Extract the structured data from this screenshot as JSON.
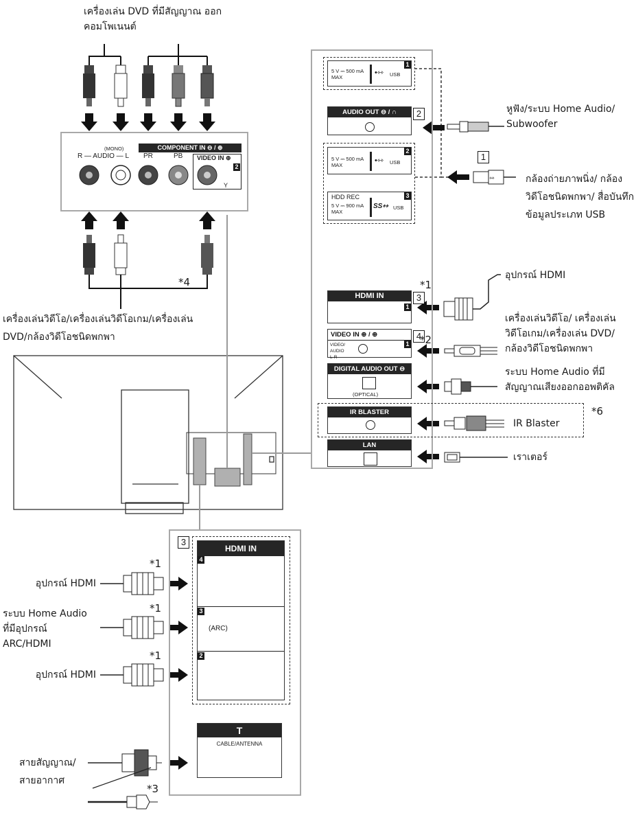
{
  "labels": {
    "dvd_component": "เครื่องเล่น DVD ที่มีสัญญาณ ออกคอมโพเนนต์",
    "headphones": "หูฟัง/ระบบ Home Audio/ Subwoofer",
    "usb_device": "กล้องถ่ายภาพนิ่ง/ กล้องวิดีโอชนิดพกพา/ สื่อบันทึกข้อมูลประเภท USB",
    "hdmi_device_top": "อุปกรณ์ HDMI",
    "video_devices_right": "เครื่องเล่นวิดีโอ/ เครื่องเล่นวิดีโอเกม/เครื่องเล่น DVD/กล้องวิดีโอชนิดพกพา",
    "optical_device": "ระบบ Home Audio ที่มีสัญญาณเสียงออกออพติคัล",
    "ir_blaster": "IR Blaster",
    "router": "เราเตอร์",
    "video_devices_left": "เครื่องเล่นวิดีโอ/เครื่องเล่นวิดีโอเกม/เครื่องเล่น DVD/กล้องวิดีโอชนิดพกพา",
    "hdmi_device_4": "อุปกรณ์ HDMI",
    "arc_audio": "ระบบ Home Audio ที่มีอุปกรณ์ ARC/HDMI",
    "hdmi_device_2": "อุปกรณ์ HDMI",
    "cable_antenna": "สายสัญญาณ/ สายอากาศ"
  },
  "notes": {
    "n1a": "*1",
    "n1b": "*1",
    "n1c": "*1",
    "n1d": "*1",
    "n2": "*2",
    "n3": "*3",
    "n4": "*4",
    "n6": "*6"
  },
  "ports": {
    "usb_rating_1": "5 V ⎓ 500 mA MAX",
    "usb_rating_2": "5 V ⎓ 500 mA MAX",
    "usb_label": "USB",
    "hdd_rec": "HDD REC",
    "hdd_rating": "5 V ⎓ 900 mA MAX",
    "audio_out": "AUDIO OUT ⊖ / ∩",
    "hdmi_in": "HDMI IN",
    "video_in": "VIDEO IN ⊕ / ⊕",
    "video_audio_lr": "VIDEO/ AUDIO L-R",
    "digital_audio_out": "DIGITAL AUDIO OUT ⊖",
    "optical": "(OPTICAL)",
    "ir_blaster_port": "IR BLASTER",
    "lan": "LAN",
    "arc": "(ARC)",
    "cable_antenna_port": "CABLE/ANTENNA",
    "component_in": "COMPONENT IN ⊖ / ⊕",
    "audio_r": "R — AUDIO — L",
    "mono": "(MONO)",
    "pr": "PR",
    "pb": "PB",
    "video_in_y": "VIDEO IN ⊕",
    "y": "Y"
  },
  "port_numbers": {
    "usb1": "1",
    "usb2": "2",
    "usb3": "3",
    "hdmi1": "1",
    "video1": "1",
    "comp2": "2",
    "hdmi4": "4",
    "hdmi3": "3",
    "hdmi2": "2"
  },
  "callouts": {
    "c_usb1": "1",
    "c_audio": "2",
    "c_hdmi": "3",
    "c_video": "4",
    "c_bottom": "3"
  }
}
